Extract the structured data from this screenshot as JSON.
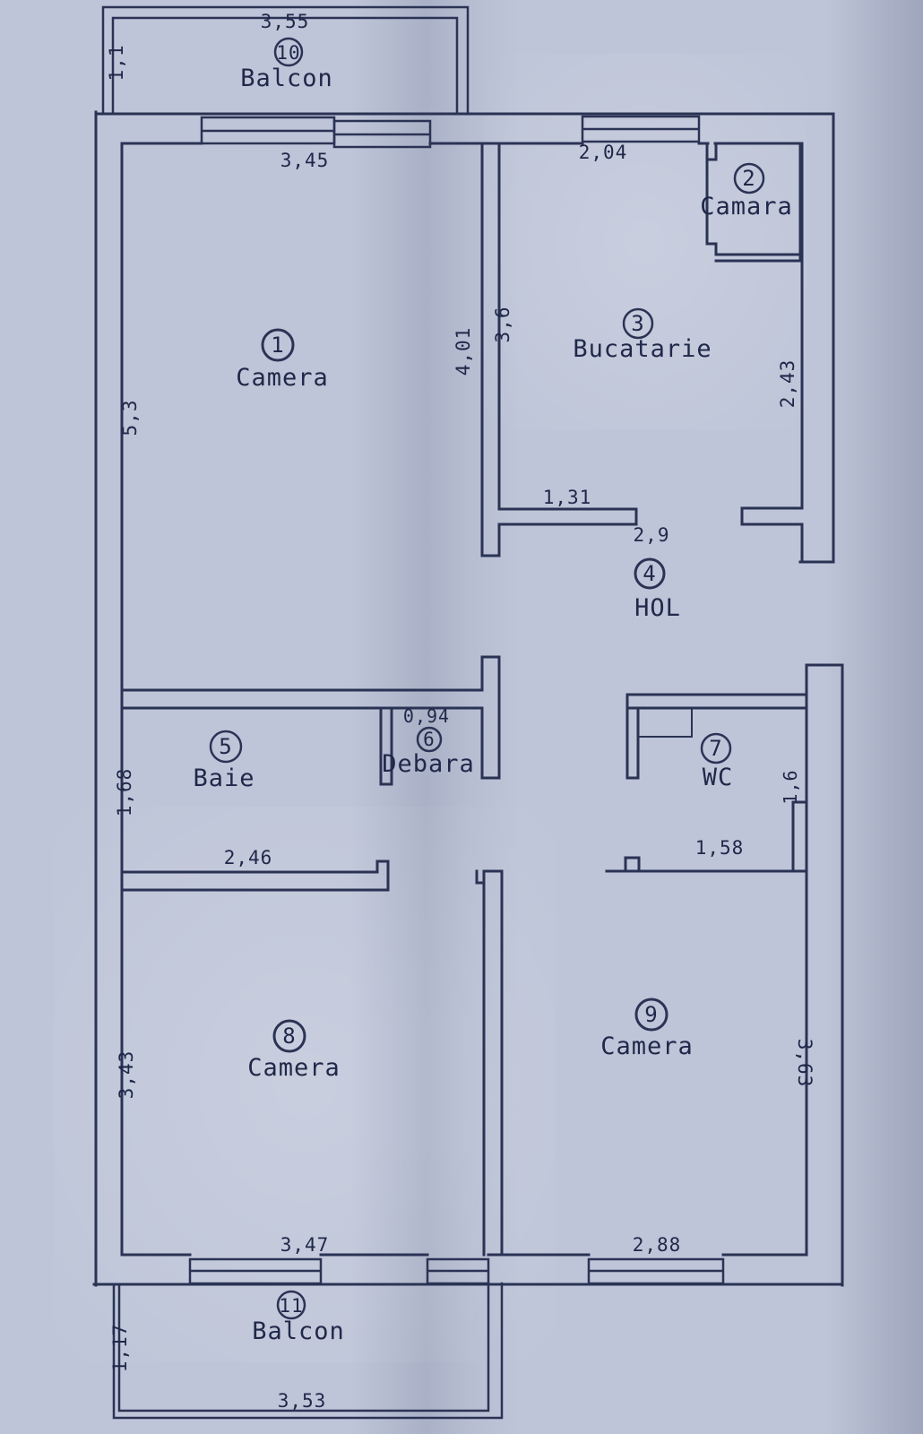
{
  "style": {
    "ink": "#2b3355",
    "text-ink": "#20284a",
    "paper": "#bec5d8"
  },
  "rooms": {
    "balcon_top": {
      "num": "10",
      "name": "Balcon"
    },
    "camera_1": {
      "num": "1",
      "name": "Camera"
    },
    "camara_2": {
      "num": "2",
      "name": "Camara"
    },
    "bucatarie_3": {
      "num": "3",
      "name": "Bucatarie"
    },
    "hol_4": {
      "num": "4",
      "name": "HOL"
    },
    "baie_5": {
      "num": "5",
      "name": "Baie"
    },
    "debara_6": {
      "num": "6",
      "name": "Debara"
    },
    "wc_7": {
      "num": "7",
      "name": "WC"
    },
    "camera_8": {
      "num": "8",
      "name": "Camera"
    },
    "camera_9": {
      "num": "9",
      "name": "Camera"
    },
    "balcon_bottom": {
      "num": "11",
      "name": "Balcon"
    }
  },
  "dims": {
    "balcon_top_w": "3,55",
    "balcon_top_d": "1,1",
    "camera1_w": "3,45",
    "camera1_h": "5,3",
    "camera1_e": "4,01",
    "bucatarie_l": "3,6",
    "bucatarie_top": "2,04",
    "bucatarie_r": "2,43",
    "hol_stub": "1,31",
    "hol_w": "2,9",
    "baie_h": "1,68",
    "baie_w": "2,46",
    "debara_w": "0,94",
    "wc_h": "1,6",
    "wc_w": "1,58",
    "camera8_h": "3,43",
    "camera8_w": "3,47",
    "camera9_h": "3,63",
    "camera9_w": "2,88",
    "balcon_bottom_d": "1,17",
    "balcon_bottom_w": "3,53"
  }
}
